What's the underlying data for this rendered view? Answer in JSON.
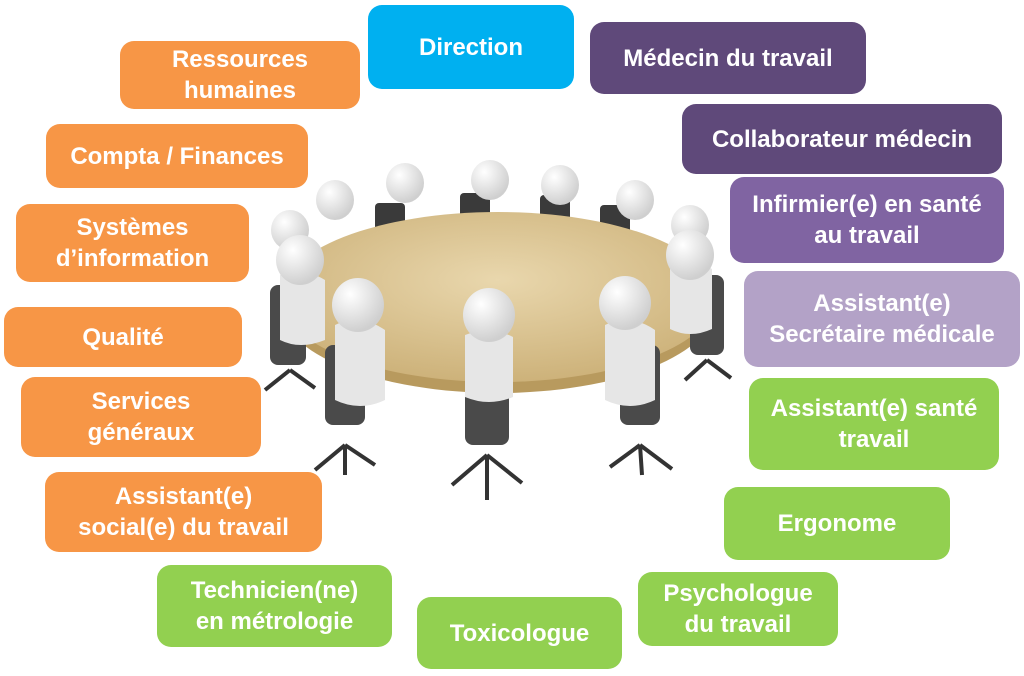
{
  "colors": {
    "blue": "#00b0f0",
    "orange": "#f79646",
    "dark_purple": "#5f497a",
    "purple": "#8064a2",
    "lavender": "#b3a2c7",
    "green": "#92d050"
  },
  "roles": {
    "direction": "Direction",
    "ressources_humaines": "Ressources\nhumaines",
    "compta_finances": "Compta / Finances",
    "systemes_information": "Systèmes\nd’information",
    "qualite": "Qualité",
    "services_generaux": "Services\ngénéraux",
    "assistant_social": "Assistant(e)\nsocial(e) du travail",
    "technicien_metrologie": "Technicien(ne)\nen métrologie",
    "toxicologue": "Toxicologue",
    "psychologue": "Psychologue\ndu travail",
    "ergonome": "Ergonome",
    "assistant_sante": "Assistant(e) santé\ntravail",
    "assistant_secretaire": "Assistant(e)\nSecrétaire médicale",
    "infirmier": "Infirmier(e) en santé\nau travail",
    "collaborateur_medecin": "Collaborateur médecin",
    "medecin_travail": "Médecin du travail"
  }
}
